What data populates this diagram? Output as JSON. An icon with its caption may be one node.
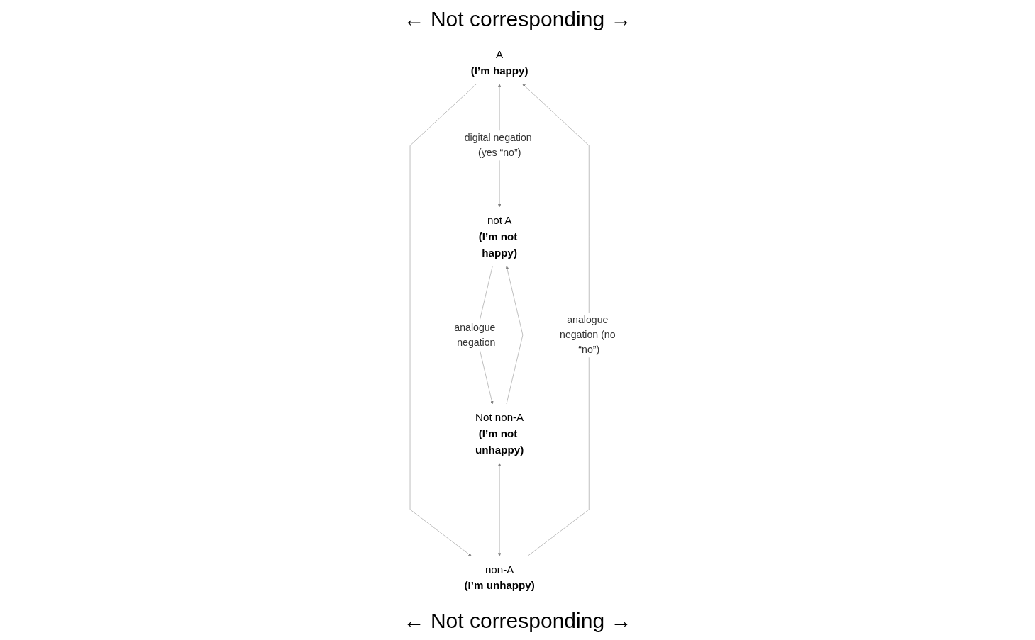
{
  "diagram": {
    "nodes": [
      {
        "text": [
          "A",
          "(I’m happy)"
        ]
      },
      {
        "text": [
          "Not non-A",
          "(I’m not unhappy)"
        ]
      },
      {
        "text": [
          "non-A",
          "(I’m unhappy)"
        ]
      },
      {
        "text": [
          "not A",
          "(I’m not happy)"
        ]
      }
    ],
    "edges": [
      {
        "from": 2,
        "to": 0,
        "arrow": "to",
        "label": "analogue negation (no “no”)"
      },
      {
        "from": 0,
        "to": 2,
        "arrow": "to"
      },
      {
        "from": 0,
        "to": 3,
        "arrow": "both",
        "label": "digital negation (yes “no”)"
      },
      {
        "from": 1,
        "to": 2,
        "arrow": "both"
      },
      {
        "from": 3,
        "to": 1,
        "arrow": "to",
        "label": "analogue negation"
      },
      {
        "from": 1,
        "to": 3,
        "arrow": "to"
      }
    ],
    "labels": [
      "← Not corresponding →",
      "← Not corresponding →"
    ]
  }
}
